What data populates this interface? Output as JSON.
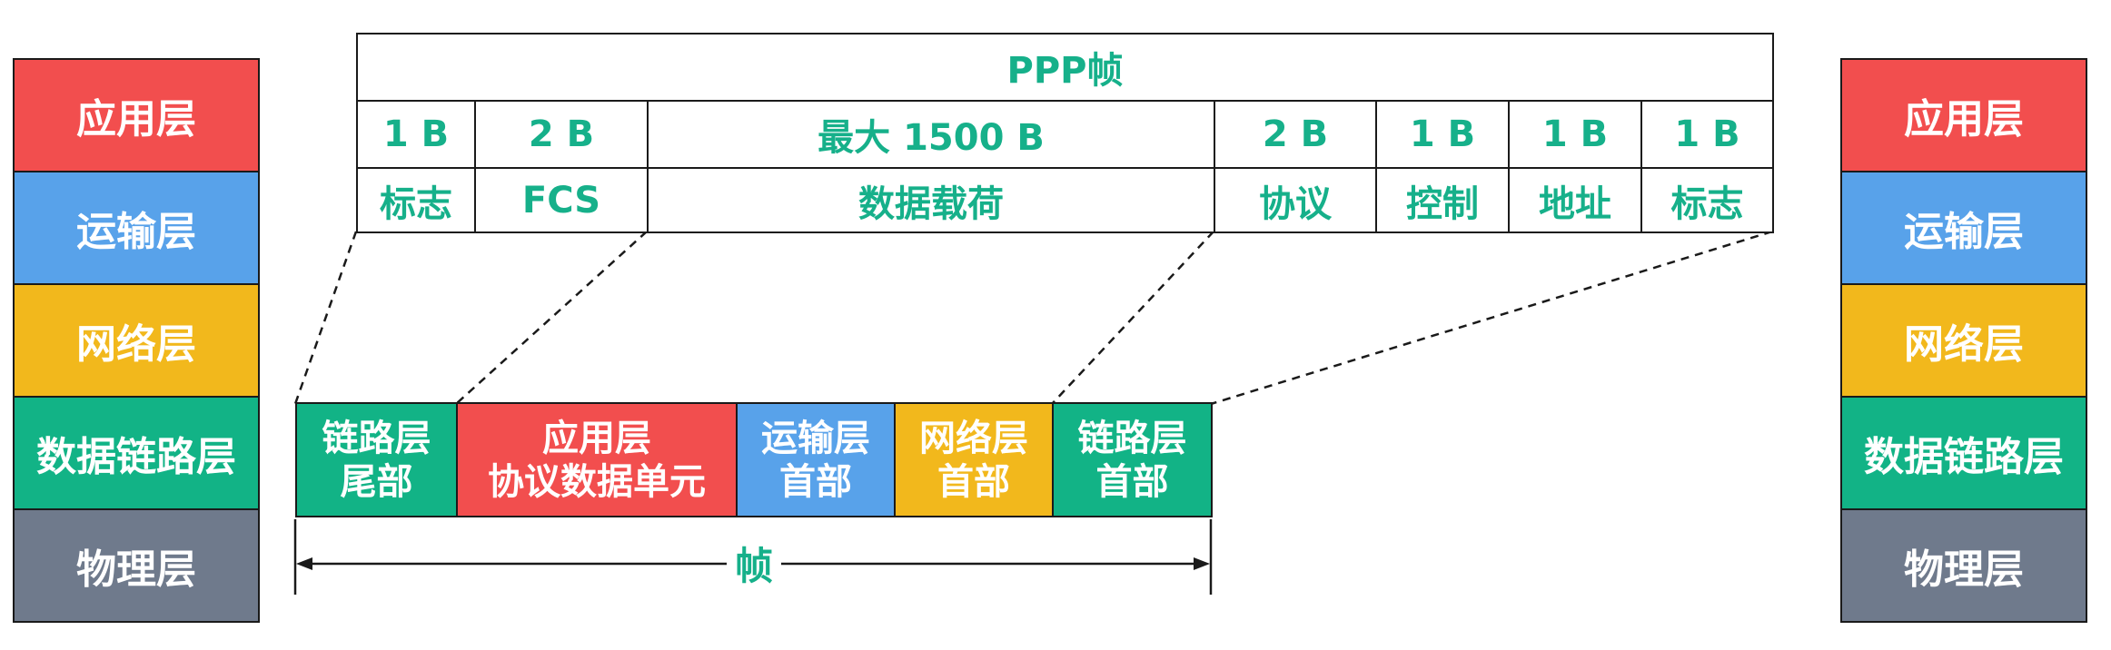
{
  "colors": {
    "application": "#f24e4e",
    "transport": "#58a2ea",
    "network": "#f2b81c",
    "datalink": "#12b386",
    "physical": "#6f7a8c",
    "teal_text": "#16b08a"
  },
  "left_stack": {
    "layers": [
      {
        "label": "应用层"
      },
      {
        "label": "运输层"
      },
      {
        "label": "网络层"
      },
      {
        "label": "数据链路层"
      },
      {
        "label": "物理层"
      }
    ]
  },
  "right_stack": {
    "layers": [
      {
        "label": "应用层"
      },
      {
        "label": "运输层"
      },
      {
        "label": "网络层"
      },
      {
        "label": "数据链路层"
      },
      {
        "label": "物理层"
      }
    ]
  },
  "ppp": {
    "title": "PPP帧",
    "fields": [
      {
        "size": "1 B",
        "name": "标志"
      },
      {
        "size": "2 B",
        "name": "FCS"
      },
      {
        "size": "最大 1500 B",
        "name": "数据载荷"
      },
      {
        "size": "2 B",
        "name": "协议"
      },
      {
        "size": "1 B",
        "name": "控制"
      },
      {
        "size": "1 B",
        "name": "地址"
      },
      {
        "size": "1 B",
        "name": "标志"
      }
    ]
  },
  "frame": {
    "segments": [
      {
        "line1": "链路层",
        "line2": "尾部"
      },
      {
        "line1": "应用层",
        "line2": "协议数据单元"
      },
      {
        "line1": "运输层",
        "line2": "首部"
      },
      {
        "line1": "网络层",
        "line2": "首部"
      },
      {
        "line1": "链路层",
        "line2": "首部"
      }
    ],
    "label": "帧"
  }
}
